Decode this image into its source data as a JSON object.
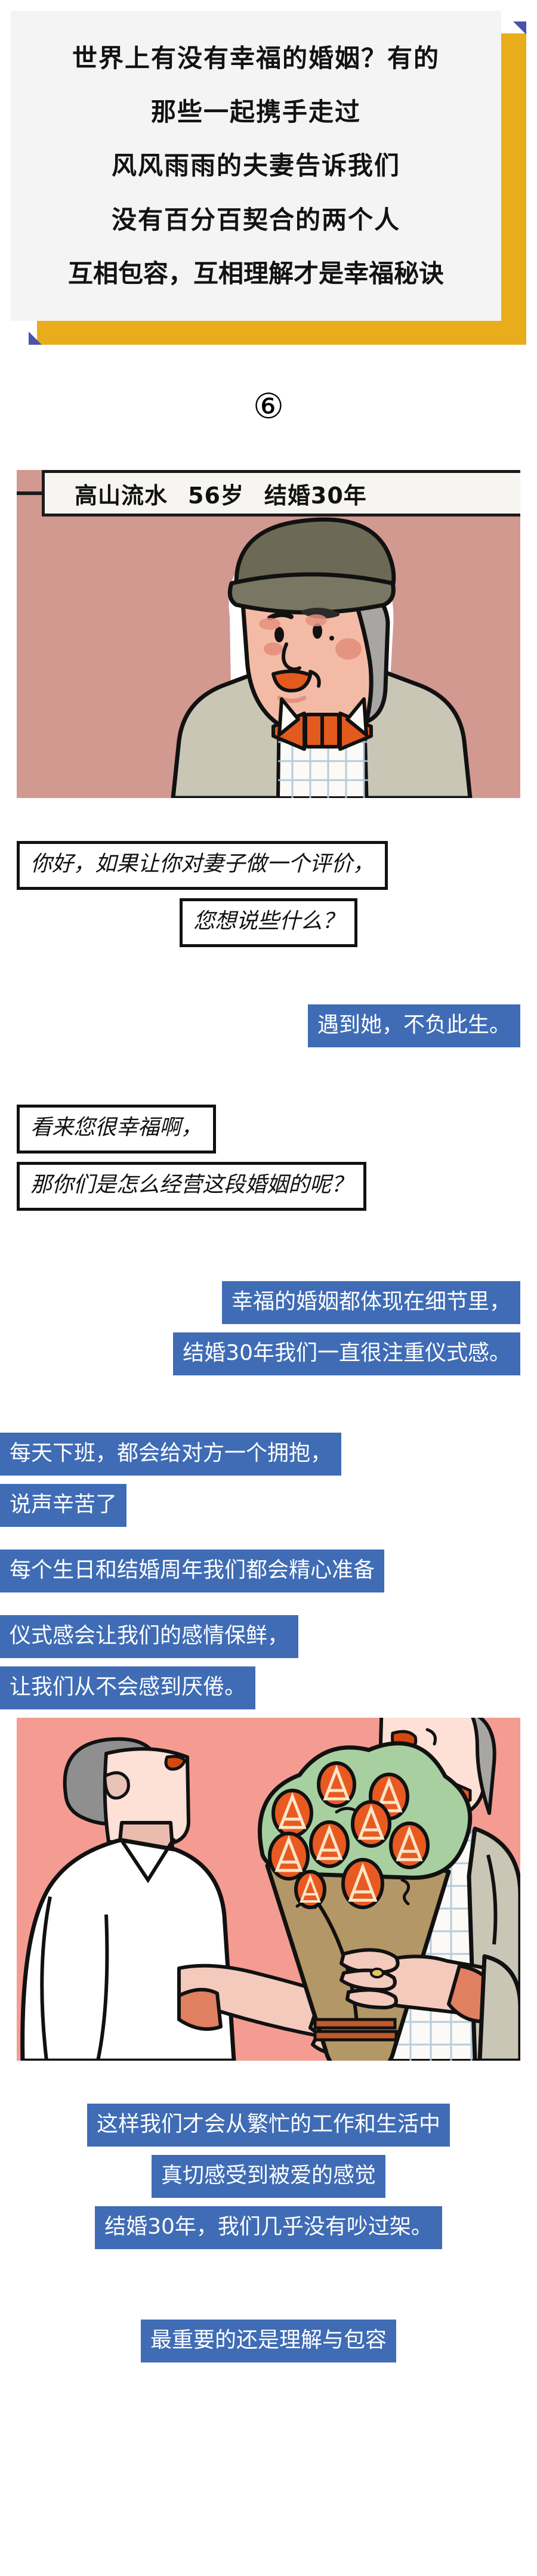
{
  "hero": {
    "lines": [
      "世界上有没有幸福的婚姻？有的",
      "那些一起携手走过",
      "风风雨雨的夫妻告诉我们",
      "没有百分百契合的两个人",
      "互相包容，互相理解才是幸福秘诀"
    ],
    "accent_color": "#E9AC1B",
    "corner_color": "#4A53A8",
    "card_bg": "#F4F4F4"
  },
  "section": {
    "number": "⑥"
  },
  "profile": {
    "name": "高山流水",
    "age": "56岁",
    "married": "结婚30年"
  },
  "conversation": [
    {
      "speaker": "interviewer",
      "text": "你好，如果让你对妻子做一个评价，",
      "align": "left"
    },
    {
      "speaker": "interviewer",
      "text": "您想说些什么？",
      "align": "center"
    },
    {
      "speaker": "respondent",
      "text": "遇到她，不负此生。",
      "align": "right"
    },
    {
      "speaker": "interviewer",
      "text": "看来您很幸福啊，",
      "align": "left"
    },
    {
      "speaker": "interviewer",
      "text": "那你们是怎么经营这段婚姻的呢？",
      "align": "left"
    },
    {
      "speaker": "respondent",
      "text": "幸福的婚姻都体现在细节里，",
      "align": "right"
    },
    {
      "speaker": "respondent",
      "text": "结婚30年我们一直很注重仪式感。",
      "align": "right"
    },
    {
      "speaker": "respondent",
      "text": "每天下班，都会给对方一个拥抱，",
      "align": "left"
    },
    {
      "speaker": "respondent",
      "text": "说声辛苦了",
      "align": "left"
    },
    {
      "speaker": "respondent",
      "text": "每个生日和结婚周年我们都会精心准备",
      "align": "left"
    },
    {
      "speaker": "respondent",
      "text": "仪式感会让我们的感情保鲜，",
      "align": "left"
    },
    {
      "speaker": "respondent",
      "text": "让我们从不会感到厌倦。",
      "align": "left"
    },
    {
      "speaker": "respondent",
      "text": "这样我们才会从繁忙的工作和生活中",
      "align": "center"
    },
    {
      "speaker": "respondent",
      "text": "真切感受到被爱的感觉",
      "align": "center"
    },
    {
      "speaker": "respondent",
      "text": "结婚30年，我们几乎没有吵过架。",
      "align": "center"
    },
    {
      "speaker": "respondent",
      "text": "最重要的还是理解与包容",
      "align": "center"
    }
  ],
  "colors": {
    "bubble_blue": "#3F6CB5",
    "bubble_text": "#FFFFFF",
    "ask_border": "#111111",
    "panel1_bg": "#D29991",
    "panel2_bg": "#F49C91",
    "yellow": "#E9AC1B",
    "indigo": "#4A53A8"
  },
  "illustrations": [
    {
      "name": "portrait-man-with-flat-cap",
      "caption_overlay": "高山流水  56岁  结婚30年"
    },
    {
      "name": "couple-giving-bouquet",
      "caption_overlay": ""
    }
  ]
}
